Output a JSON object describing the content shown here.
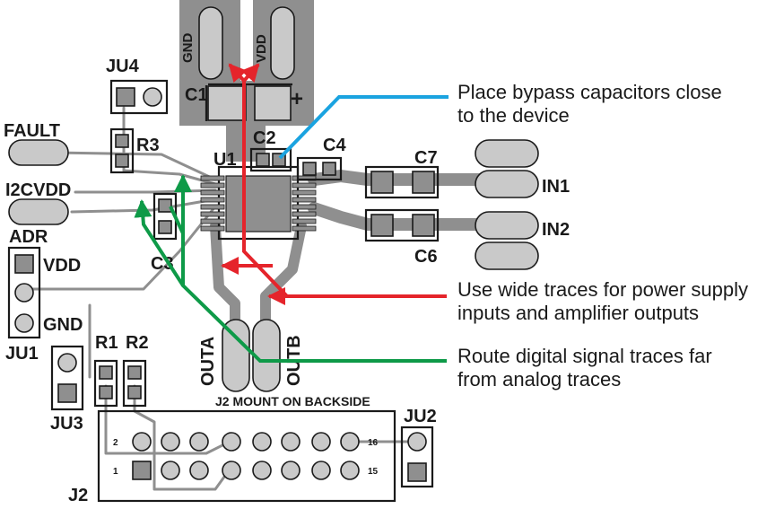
{
  "board": {
    "labels": {
      "gnd_top": "GND",
      "vdd_top": "VDD",
      "c1": "C1",
      "plus": "+",
      "c2": "C2",
      "u1": "U1",
      "c4": "C4",
      "c7": "C7",
      "c6": "C6",
      "in1": "IN1",
      "in2": "IN2",
      "fault": "FAULT",
      "i2cvdd": "I2CVDD",
      "adr": "ADR",
      "vdd_side": "VDD",
      "gnd_side": "GND",
      "c3": "C3",
      "r3": "R3",
      "ju4": "JU4",
      "ju1": "JU1",
      "ju3": "JU3",
      "r1": "R1",
      "r2": "R2",
      "outa": "OUTA",
      "outb": "OUTB",
      "j2_mount": "J2 MOUNT ON BACKSIDE",
      "ju2": "JU2",
      "j2": "J2",
      "pin2": "2",
      "pin1": "1",
      "pin16": "16",
      "pin15": "15"
    }
  },
  "annotations": {
    "bypass_line1": "Place bypass capacitors close",
    "bypass_line2": "to the device",
    "power_line1": "Use wide traces for power supply",
    "power_line2": "inputs and amplifier outputs",
    "digital_line1": "Route digital signal traces far",
    "digital_line2": "from analog traces"
  },
  "colors": {
    "bypass": "#1aa3e0",
    "power": "#e5242b",
    "digital": "#0e9a48",
    "copper": "#8f8f8f"
  }
}
